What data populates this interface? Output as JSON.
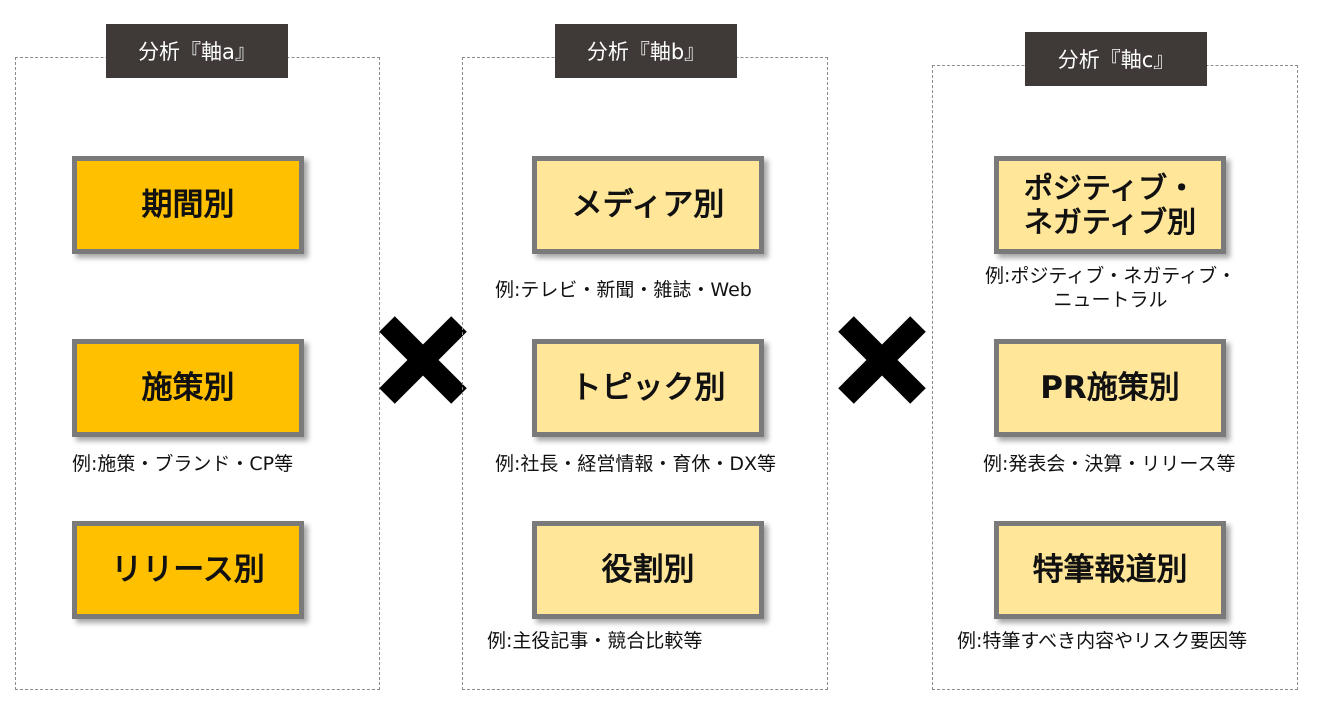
{
  "columns": [
    {
      "title": "分析『軸a』",
      "boxes": [
        {
          "label": "期間別",
          "example": ""
        },
        {
          "label": "施策別",
          "example": "例:施策・ブランド・CP等"
        },
        {
          "label": "リリース別",
          "example": ""
        }
      ]
    },
    {
      "title": "分析『軸b』",
      "boxes": [
        {
          "label": "メディア別",
          "example": "例:テレビ・新聞・雑誌・Web"
        },
        {
          "label": "トピック別",
          "example": "例:社長・経営情報・育休・DX等"
        },
        {
          "label": "役割別",
          "example": "例:主役記事・競合比較等"
        }
      ]
    },
    {
      "title": "分析『軸c』",
      "boxes": [
        {
          "label": "ポジティブ・\nネガティブ別",
          "example": "例:ポジティブ・ネガティブ・\nニュートラル"
        },
        {
          "label": "PR施策別",
          "example": "例:発表会・決算・リリース等"
        },
        {
          "label": "特筆報道別",
          "example": "例:特筆すべき内容やリスク要因等"
        }
      ]
    }
  ],
  "colors": {
    "box_dark": "#ffc000",
    "box_light": "#ffe699",
    "box_border": "#7a7a7a",
    "title_bg": "#3f3a38",
    "cross": "#000000"
  },
  "icons": [
    "multiply-cross-icon",
    "multiply-cross-icon"
  ]
}
